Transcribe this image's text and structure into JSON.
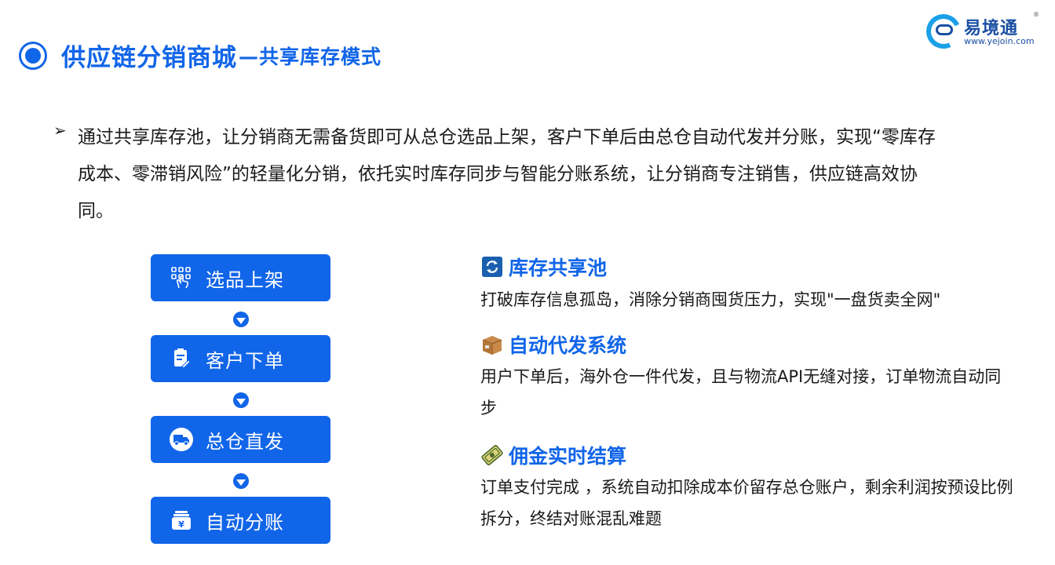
{
  "header": {
    "title_main": "供应链分销商城",
    "title_sub": "—共享库存模式"
  },
  "logo": {
    "name": "易境通",
    "registered": "®",
    "url": "www.yejoin.com"
  },
  "intro": {
    "text": "通过共享库存池，让分销商无需备货即可从总仓选品上架，客户下单后由总仓自动代发并分账，实现“零库存成本、零滞销风险”的轻量化分销，依托实时库存同步与智能分账系统，让分销商专注销售，供应链高效协同。"
  },
  "flow": {
    "steps": [
      {
        "label": "选品上架",
        "icon": "grid-touch-icon"
      },
      {
        "label": "客户下单",
        "icon": "order-form-icon"
      },
      {
        "label": "总仓直发",
        "icon": "delivery-truck-icon"
      },
      {
        "label": "自动分账",
        "icon": "yuan-wallet-icon"
      }
    ]
  },
  "features": [
    {
      "title": "库存共享池",
      "icon": "refresh-sync-icon",
      "desc": "打破库存信息孤岛，消除分销商囤货压力，实现\"一盘货卖全网\""
    },
    {
      "title": "自动代发系统",
      "icon": "package-box-icon",
      "desc": "用户下单后，海外仓一件代发，且与物流API无缝对接，订单物流自动同步"
    },
    {
      "title": "佣金实时结算",
      "icon": "money-bill-icon",
      "desc": "订单支付完成 ，系统自动扣除成本价留存总仓账户，剩余利润按预设比例拆分，终结对账混乱难题"
    }
  ],
  "colors": {
    "accent": "#1165e8",
    "text": "#1a1a1a",
    "logo": "#1a4fa3"
  }
}
